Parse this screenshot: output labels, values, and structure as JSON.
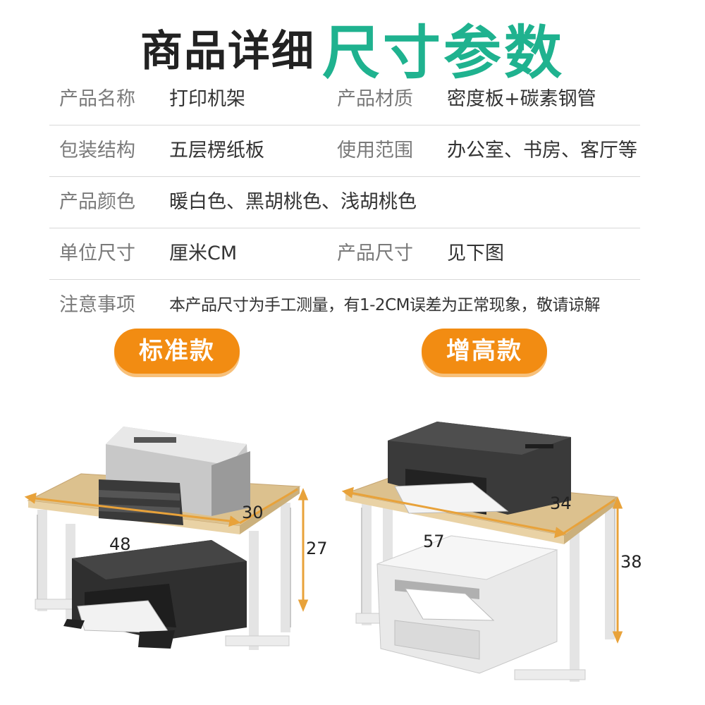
{
  "header": {
    "title_part1": "商品详细",
    "title_part2": "尺寸参数"
  },
  "specs": {
    "rows": [
      {
        "label1": "产品名称",
        "value1": "打印机架",
        "label2": "产品材质",
        "value2": "密度板+碳素钢管"
      },
      {
        "label1": "包装结构",
        "value1": "五层楞纸板",
        "label2": "使用范围",
        "value2": "办公室、书房、客厅等"
      },
      {
        "label1": "产品颜色",
        "value1": "暖白色、黑胡桃色、浅胡桃色"
      },
      {
        "label1": "单位尺寸",
        "value1": "厘米CM",
        "label2": "产品尺寸",
        "value2": "见下图"
      },
      {
        "label1": "注意事项",
        "value1": "本产品尺寸为手工测量，有1-2CM误差为正常现象，敬请谅解"
      }
    ]
  },
  "models": {
    "standard": {
      "label": "标准款",
      "dims": {
        "length": "48",
        "depth": "30",
        "height": "27"
      }
    },
    "tall": {
      "label": "增高款",
      "dims": {
        "length": "57",
        "depth": "34",
        "height": "38"
      }
    }
  },
  "colors": {
    "accent": "#1fb28f",
    "pill": "#f28c12",
    "wood": "#dcc18e",
    "frame": "#f4f4f4",
    "dimension": "#e8a23a"
  }
}
